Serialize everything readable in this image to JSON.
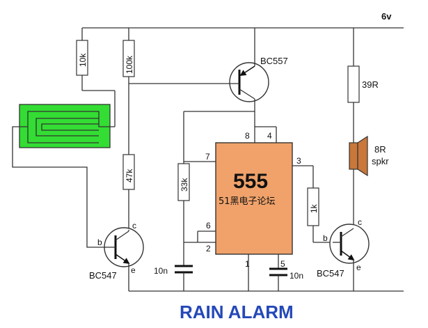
{
  "title": "RAIN ALARM",
  "supply_label": "6v",
  "ic": {
    "name": "555",
    "subtitle": "51黑电子论坛"
  },
  "ic_pins": {
    "p8": "8",
    "p4": "4",
    "p7": "7",
    "p3": "3",
    "p6": "6",
    "p2": "2",
    "p1": "1",
    "p5": "5"
  },
  "resistors": {
    "r10k": "10k",
    "r100k": "100k",
    "r47k": "47k",
    "r33k": "33k",
    "r1k": "1k",
    "r39R": "39R"
  },
  "capacitors": {
    "c_left": "10n",
    "c_right": "10n"
  },
  "transistors": {
    "top": "BC557",
    "left": {
      "name": "BC547",
      "b": "b",
      "c": "c",
      "e": "e"
    },
    "right": {
      "name": "BC547",
      "b": "b",
      "c": "c",
      "e": "e"
    }
  },
  "speaker": {
    "value": "8R",
    "name": "spkr"
  },
  "colors": {
    "sensor": "#33dd33",
    "ic_body": "#f0a26a",
    "speaker": "#c9773a",
    "title": "#2448b8"
  }
}
